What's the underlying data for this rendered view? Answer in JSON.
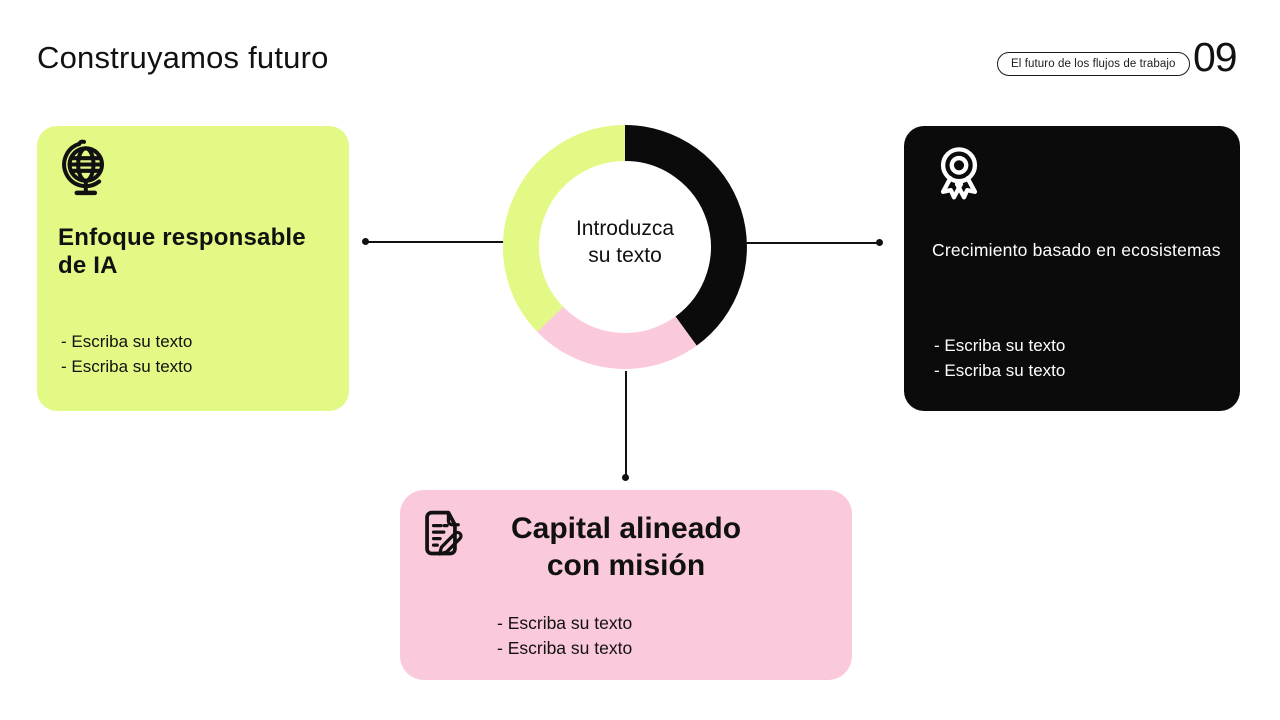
{
  "page": {
    "title": "Construyamos futuro",
    "badge": "El futuro de los flujos de trabajo",
    "page_number": "09"
  },
  "colors": {
    "yellow": "#e3f985",
    "pink": "#fbc9dc",
    "black": "#0b0b0b",
    "background": "#ffffff",
    "text_dark": "#111111",
    "text_light": "#ffffff"
  },
  "donut": {
    "center_text": "Introduzca\nsu texto",
    "segments": [
      {
        "name": "black",
        "color": "#0b0b0b",
        "start_deg": 0,
        "end_deg": 144
      },
      {
        "name": "pink",
        "color": "#fbc9dc",
        "start_deg": 144,
        "end_deg": 226
      },
      {
        "name": "yellow",
        "color": "#e3f985",
        "start_deg": 226,
        "end_deg": 360
      }
    ]
  },
  "cards": {
    "left": {
      "icon": "globe-icon",
      "title": "Enfoque responsable\n de IA",
      "bullets": [
        "- Escriba su texto",
        "- Escriba su texto"
      ]
    },
    "right": {
      "icon": "award-icon",
      "title": "Crecimiento basado en ecosistemas",
      "bullets": [
        "- Escriba su texto",
        "- Escriba su texto"
      ]
    },
    "bottom": {
      "icon": "document-edit-icon",
      "title": "Capital alineado\ncon misión",
      "bullets": [
        "- Escriba su texto",
        "- Escriba su texto"
      ]
    }
  }
}
